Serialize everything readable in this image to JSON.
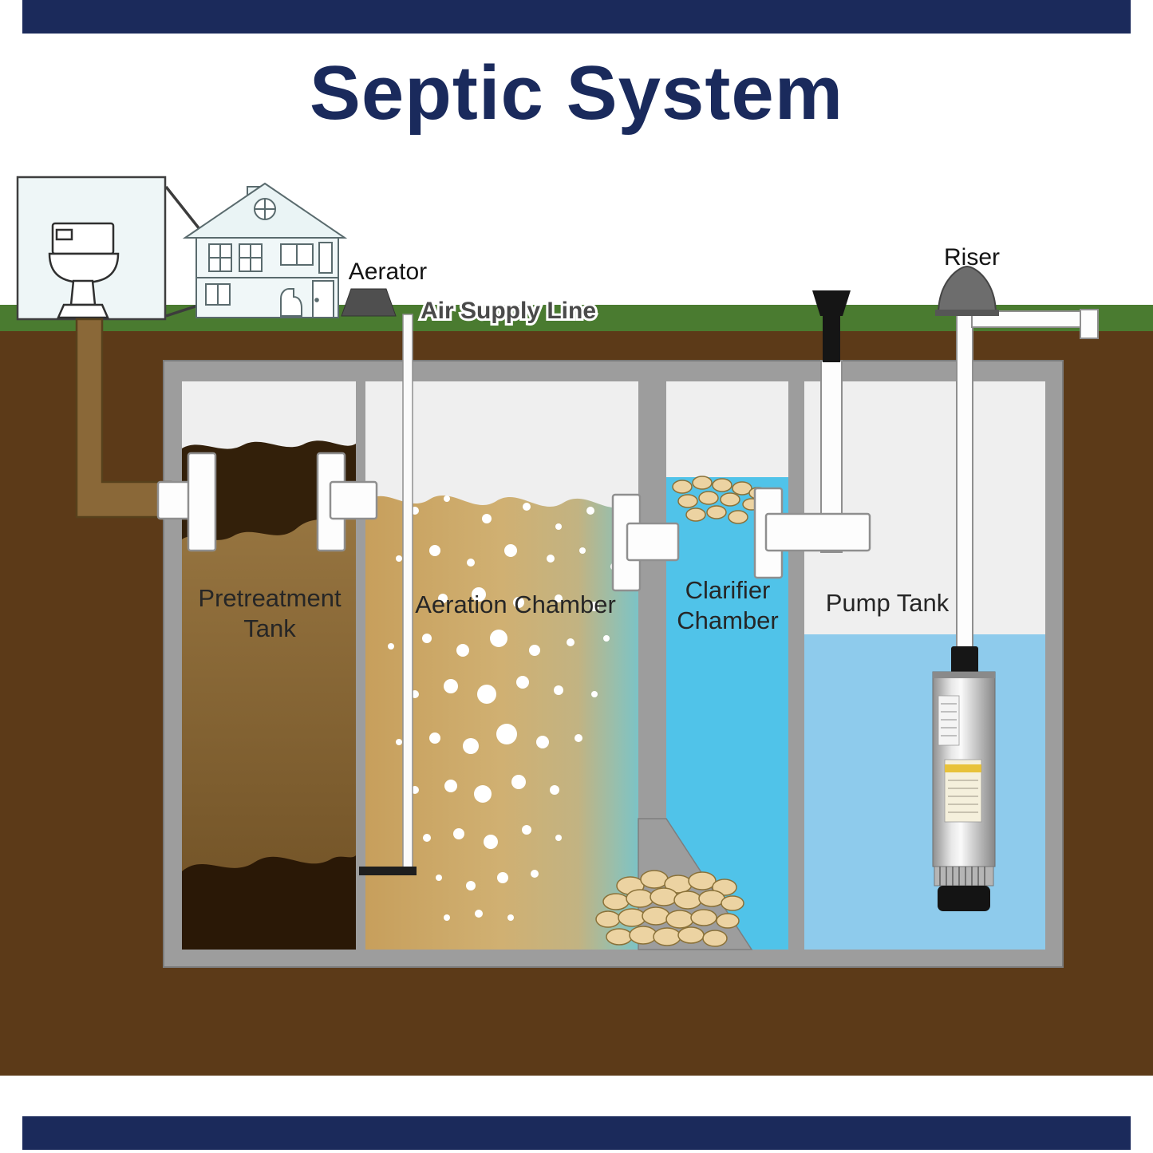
{
  "title": "Septic System",
  "labels": {
    "aerator": "Aerator",
    "air_supply_line": "Air Supply Line",
    "riser": "Riser",
    "pretreatment_line1": "Pretreatment",
    "pretreatment_line2": "Tank",
    "aeration_chamber": "Aeration Chamber",
    "clarifier_line1": "Clarifier",
    "clarifier_line2": "Chamber",
    "pump_tank": "Pump Tank"
  },
  "diagram": {
    "type": "septic-system-cross-section",
    "chambers": [
      "Pretreatment Tank",
      "Aeration Chamber",
      "Clarifier Chamber",
      "Pump Tank"
    ],
    "above_ground_parts": [
      "Aerator",
      "Air Supply Line",
      "Riser"
    ]
  },
  "colors": {
    "navy": "#1b2a5b",
    "grass": "#4a7b30",
    "soil": "#5c3a18",
    "tank_gray": "#9d9d9d",
    "clarifier_water": "#50c3e9",
    "pump_water": "#8ecbec",
    "aeration_liquid": "#cbab6d",
    "pretreatment_liquid": "#8a6838",
    "sludge": "#2d1b06"
  }
}
